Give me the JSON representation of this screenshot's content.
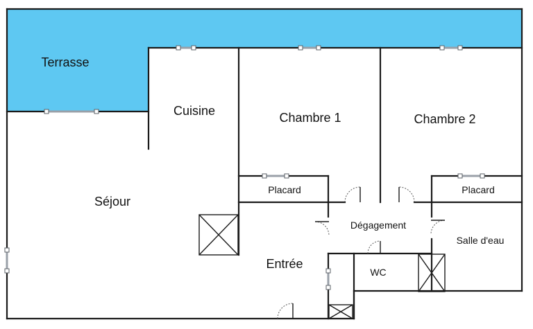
{
  "colors": {
    "terrace": "#5ec8f2",
    "walls": "#1a1a1a",
    "background": "#ffffff"
  },
  "rooms": {
    "terrasse": "Terrasse",
    "cuisine": "Cuisine",
    "chambre1": "Chambre 1",
    "chambre2": "Chambre 2",
    "sejour": "Séjour",
    "placard_left": "Placard",
    "placard_right": "Placard",
    "degagement": "Dégagement",
    "salle_eau": "Salle d'eau",
    "entree": "Entrée",
    "wc": "WC"
  }
}
